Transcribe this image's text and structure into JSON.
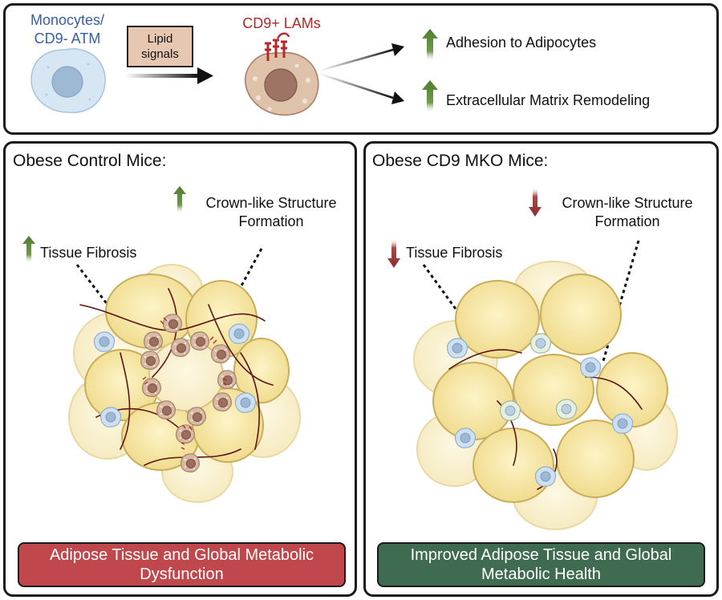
{
  "top": {
    "monocyte_label": "Monocytes/\nCD9- ATM",
    "lipid_label": "Lipid signals",
    "lam_label": "CD9+ LAMs",
    "effect_1": "Adhesion to Adipocytes",
    "effect_2": "Extracellular Matrix Remodeling"
  },
  "left": {
    "title": "Obese Control Mice:",
    "crown_label": "Crown-like Structure\nFormation",
    "fibrosis_label": "Tissue Fibrosis",
    "banner": "Adipose Tissue and Global Metabolic Dysfunction"
  },
  "right": {
    "title": "Obese CD9 MKO Mice:",
    "crown_label": "Crown-like Structure\nFormation",
    "fibrosis_label": "Tissue Fibrosis",
    "banner": "Improved Adipose Tissue and Global Metabolic Health"
  },
  "colors": {
    "up_arrow": "#4f7d2d",
    "down_arrow": "#8b2e2e",
    "adipocyte_fill": "#f6e7a6",
    "adipocyte_pale": "#fbf3d2",
    "macrophage_fill": "#b8cfe6",
    "lam_fill": "#c9a792",
    "fiber": "#5e1414"
  }
}
